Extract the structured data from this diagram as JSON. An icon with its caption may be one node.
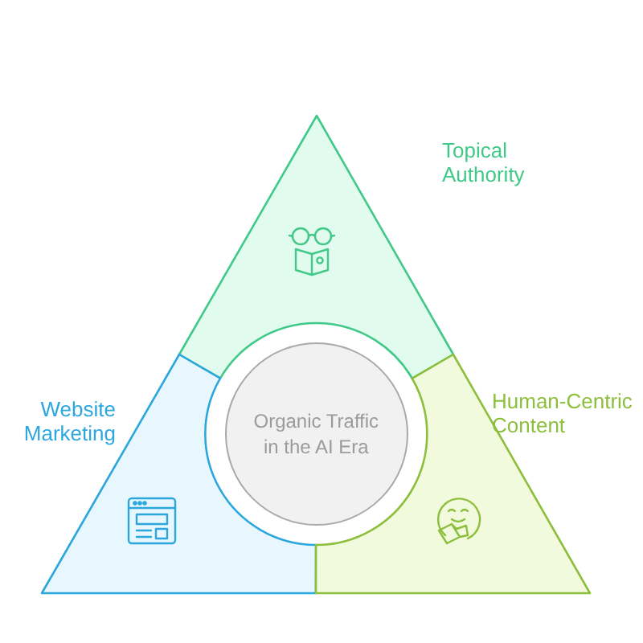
{
  "diagram": {
    "nodes": [
      {
        "text": [
          "Topical Authority"
        ]
      },
      {
        "text": [
          "Website Marketing"
        ]
      },
      {
        "text": [
          "Organic Traffic in the AI Era"
        ]
      },
      {
        "text": [
          "Human-Centric Content"
        ]
      }
    ]
  }
}
